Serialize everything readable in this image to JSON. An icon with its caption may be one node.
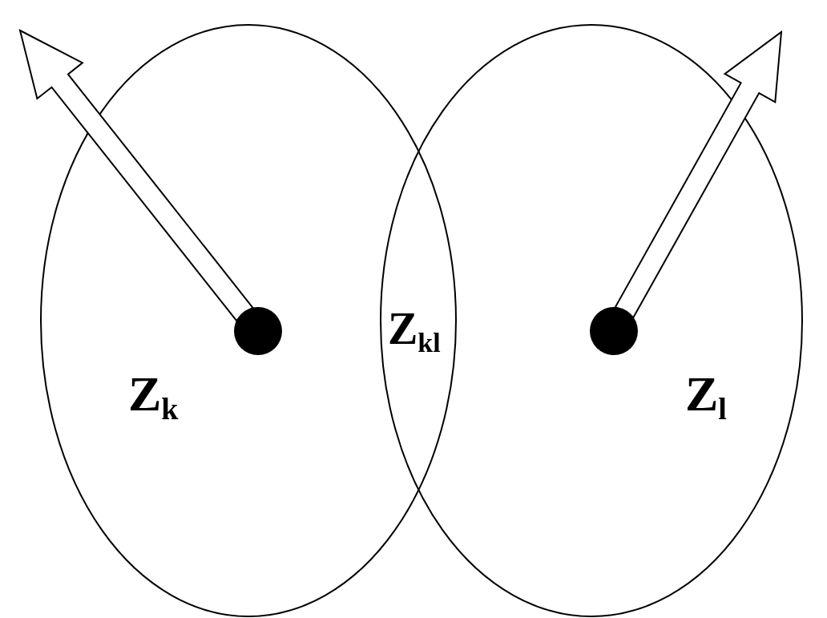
{
  "diagram": {
    "nodes": [
      {
        "text": [
          "Z$_{k}$"
        ]
      },
      {
        "text": [
          "Z$_{l}$"
        ]
      },
      {
        "text": [],
        "shape": "circle",
        "in": 0
      },
      {
        "text": [],
        "shape": "circle",
        "in": 1
      }
    ],
    "edges": [
      {
        "from": 2,
        "to": null,
        "arrow": "to"
      },
      {
        "from": 3,
        "to": null,
        "arrow": "to"
      }
    ],
    "labels": [
      "Z$_{kl}$"
    ]
  }
}
